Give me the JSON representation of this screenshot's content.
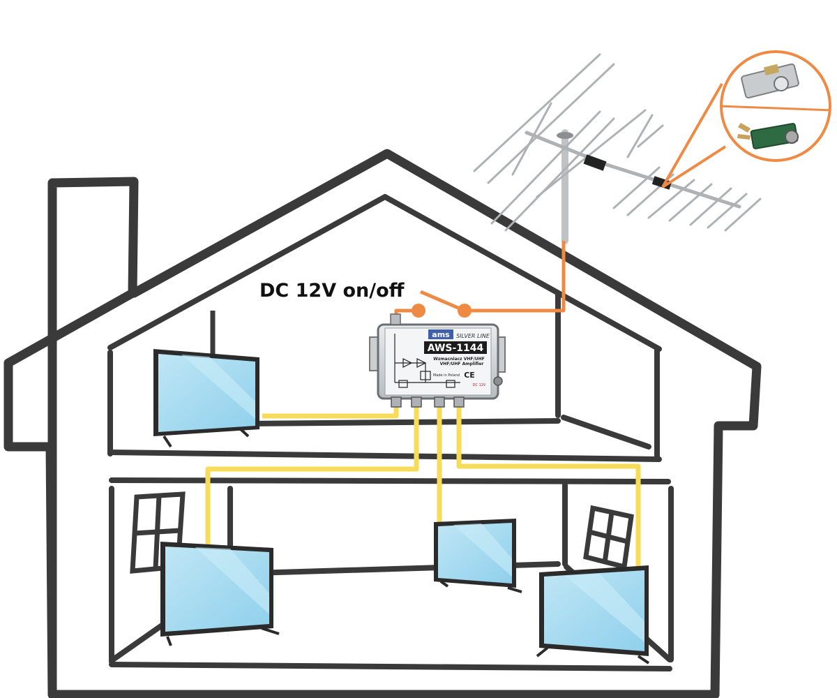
{
  "diagram": {
    "switch_label": "DC 12V on/off",
    "amplifier": {
      "brand": "ams",
      "line": "SILVER LINE",
      "model": "AWS-1144",
      "desc_line1": "Wzmacniacz VHF/UHF",
      "desc_line2": "VHF/UHF Amplifier",
      "origin": "Made in Poland",
      "power_note": "DC 12V",
      "ce_mark": "CE"
    },
    "colors": {
      "house_outline": "#3a3a3a",
      "signal_cable": "#f7dc5a",
      "power_cable": "#ef8a45",
      "tv_screen": "#a7dbef",
      "tv_frame": "#2b2b2b",
      "amplifier_body": "#cfd2d5",
      "antenna_metal": "#b9bcbf"
    }
  }
}
